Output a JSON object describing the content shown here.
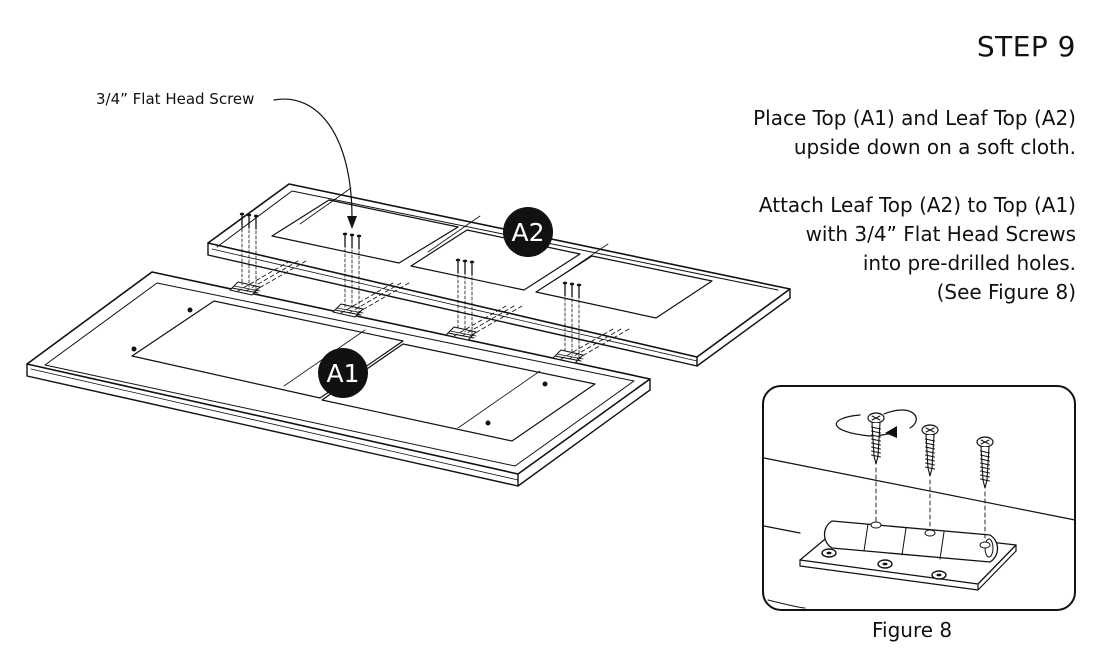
{
  "step": {
    "title": "STEP 9"
  },
  "instructions": {
    "place": [
      "Place Top (A1) and Leaf Top (A2)",
      "upside down on a soft cloth."
    ],
    "attach": [
      "Attach Leaf Top (A2) to Top (A1)",
      "with 3/4” Flat Head Screws",
      "into pre-drilled holes.",
      "(See Figure 8)"
    ]
  },
  "callouts": {
    "screw": "3/4”  Flat Head Screw"
  },
  "parts": {
    "a1": "A1",
    "a2": "A2"
  },
  "figure": {
    "caption": "Figure 8"
  }
}
